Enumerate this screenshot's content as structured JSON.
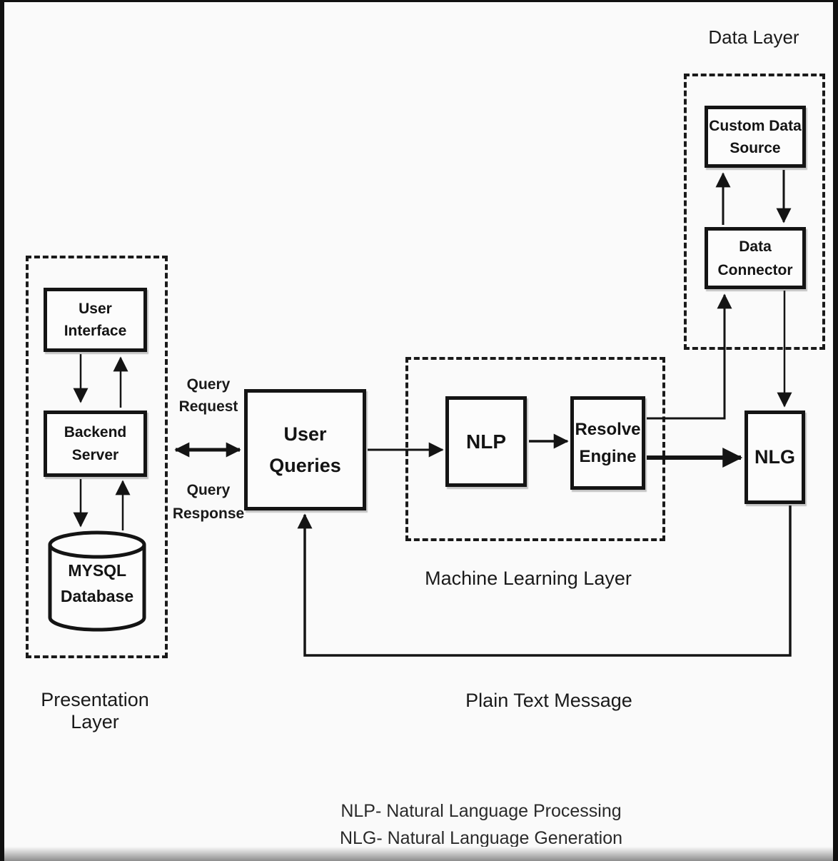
{
  "colors": {
    "ink": "#161616",
    "background": "#fafafa"
  },
  "nodes": {
    "user_interface": {
      "line1": "User",
      "line2": "Interface"
    },
    "backend_server": {
      "line1": "Backend",
      "line2": "Server"
    },
    "mysql_database": {
      "line1": "MYSQL",
      "line2": "Database"
    },
    "user_queries": {
      "line1": "User",
      "line2": "Queries"
    },
    "nlp": {
      "label": "NLP"
    },
    "resolve_engine": {
      "line1": "Resolve",
      "line2": "Engine"
    },
    "nlg": {
      "label": "NLG"
    },
    "custom_data_source": {
      "line1": "Custom Data",
      "line2": "Source"
    },
    "data_connector": {
      "line1": "Data",
      "line2": "Connector"
    }
  },
  "layers": {
    "presentation": "Presentation Layer",
    "machine_learning": "Machine Learning Layer",
    "data": "Data Layer"
  },
  "edge_labels": {
    "query_request": {
      "line1": "Query",
      "line2": "Request"
    },
    "query_response": {
      "line1": "Query",
      "line2": "Response"
    },
    "plain_text_message": "Plain Text Message"
  },
  "legend": {
    "nlp_definition": "NLP- Natural Language Processing",
    "nlg_definition": "NLG- Natural Language Generation"
  }
}
